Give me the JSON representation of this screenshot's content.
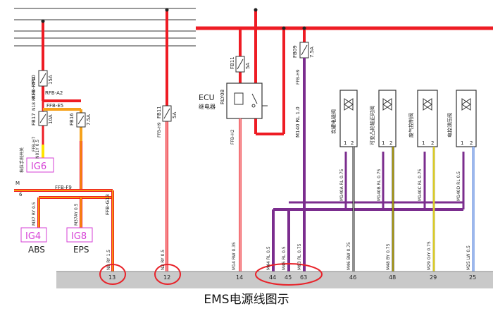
{
  "caption": "EMS电源线图示",
  "labels": {
    "ip4": "IP4",
    "ip4_wire": "RFB-RY10",
    "ip4_fuse": "15A",
    "ip4_node": "RFB-A2",
    "fb17": "FB17",
    "fb17_wire": "N18 RY10",
    "fb17_fuse": "10A",
    "fb17_node": "FFB-E5",
    "fb16": "FB16",
    "fb16_fuse": "7.5A",
    "fb17_h7": "FFB-H7",
    "n01y": "N01Y 0.5",
    "ig6_sub": "档位手刹开关",
    "ig6": "IG6",
    "m_left": "M",
    "six": "6",
    "ffb_f9": "FFB-F9",
    "ffb_g13": "FFB-G13",
    "m37ry": "M37 RY 0.5",
    "m37ay": "M37AY 0.5",
    "ig4": "IG4",
    "ig8": "IG8",
    "abs": "ABS",
    "eps": "EPS",
    "n8ry15": "N8 RY 1.5",
    "fb11a": "FB11",
    "fb11a_h9": "FFB-H9",
    "fb11a_fuse": "5A",
    "n2ry": "N2 RY 0.5",
    "fb11b": "FB11",
    "fb11b_fuse": "5A",
    "ecu": "ECU",
    "ecu_sub": "继电器",
    "rly08": "RLY08",
    "ffb_h2": "FFB-H2",
    "m14rw": "M14 RW 0.35",
    "fb09": "FB09",
    "fb09_fuse": "7.5A",
    "ffb_h9b": "FFB-H9",
    "m140rl": "M140 RL 1.0",
    "m140a": "M140A RL 0.75",
    "m140b": "M140B RL 0.75",
    "m140c": "M140C RL 0.75",
    "m140d": "M140D RL 0.5",
    "m44": "M44 RL 0.5",
    "m45": "M45 RL 0.5",
    "m63": "M63 RL 0.75",
    "m46": "M46 BW 0.75",
    "m48": "M48 BY 0.75",
    "m29": "M29 GrY 0.75",
    "m25": "M25 LW 0.5",
    "valve1": "炭罐电磁阀",
    "valve2": "可变凸轮轴正时阀",
    "valve3": "废气控制阀",
    "valve4": "电控泄压阀",
    "pin1": "1",
    "pin2": "2",
    "pin_13": "13",
    "pin_12": "12",
    "pin_14": "14",
    "pin_44": "44",
    "pin_45": "45",
    "pin_63": "63",
    "pin_46": "46",
    "pin_48": "48",
    "pin_29": "29",
    "pin_25": "25"
  },
  "colors": {
    "red": "#ee1c24",
    "yellow": "#ffe500",
    "orange": "#f6a21c",
    "purple": "#7b2d8e",
    "highlight": "#e8232a",
    "bar": "#c9c9c9",
    "ig_text": "#d63fd6"
  }
}
